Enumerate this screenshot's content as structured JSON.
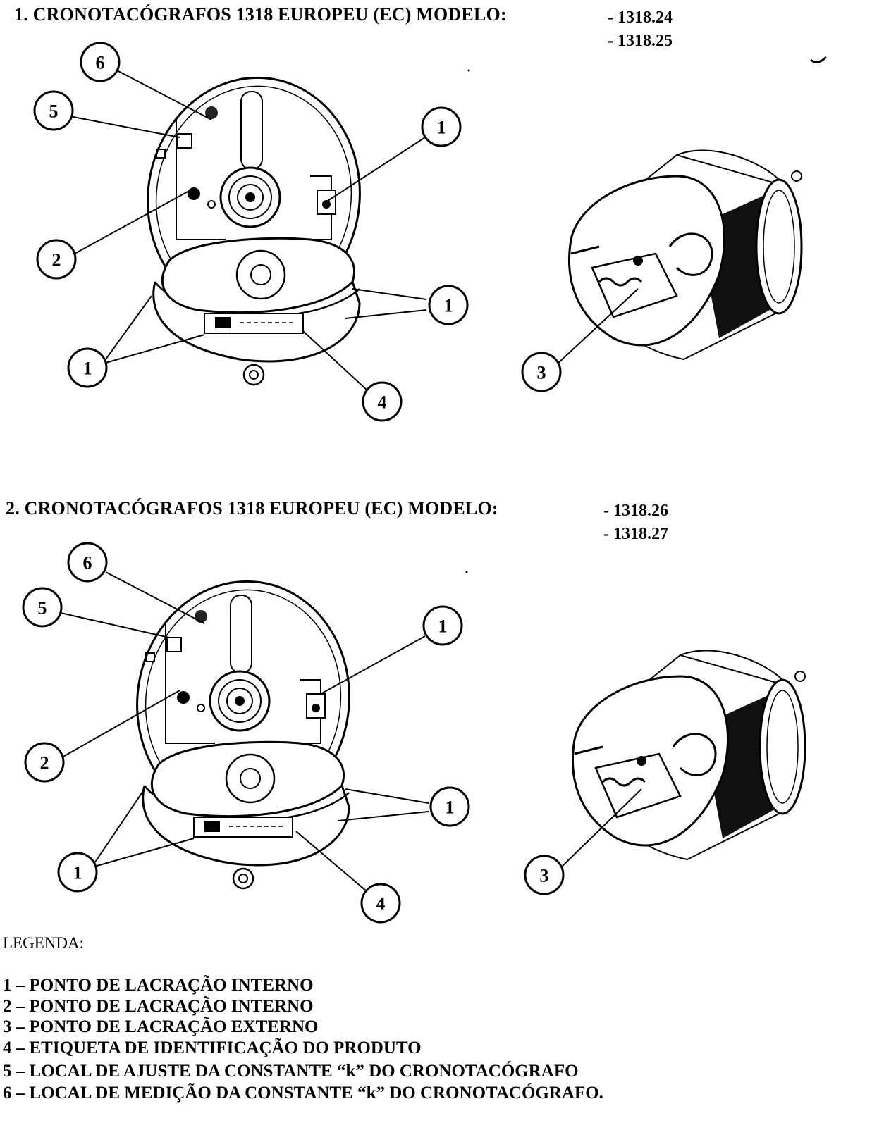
{
  "sections": [
    {
      "title": "1. CRONOTACÓGRAFOS 1318 EUROPEU (EC) MODELO:",
      "models": [
        "- 1318.24",
        "- 1318.25"
      ],
      "callouts": [
        "6",
        "5",
        "1",
        "2",
        "1",
        "1",
        "4",
        "3"
      ]
    },
    {
      "title": "2. CRONOTACÓGRAFOS 1318 EUROPEU (EC) MODELO:",
      "models": [
        "- 1318.26",
        "- 1318.27"
      ],
      "callouts": [
        "6",
        "5",
        "1",
        "2",
        "1",
        "1",
        "4",
        "3"
      ]
    }
  ],
  "legend": {
    "heading": "LEGENDA:",
    "items": [
      "1 – PONTO DE LACRAÇÃO INTERNO",
      "2 – PONTO DE LACRAÇÃO INTERNO",
      "3 – PONTO DE LACRAÇÃO EXTERNO",
      "4 – ETIQUETA DE IDENTIFICAÇÃO DO PRODUTO",
      "5 – LOCAL DE AJUSTE DA CONSTANTE “k” DO CRONOTACÓGRAFO",
      "6 – LOCAL DE MEDIÇÃO DA CONSTANTE “k” DO CRONOTACÓGRAFO."
    ]
  }
}
